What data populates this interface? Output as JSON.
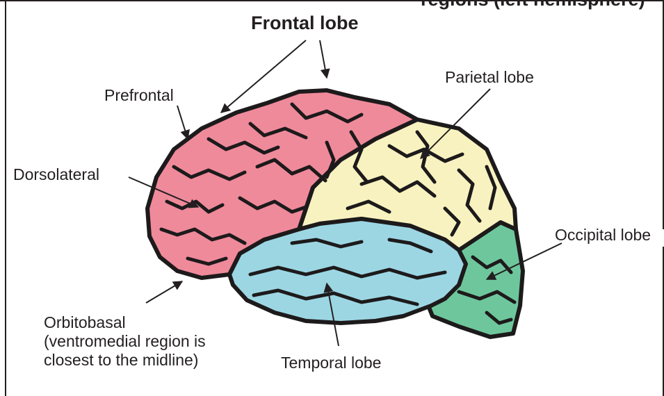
{
  "diagram": {
    "title_partial": "regions (left hemisphere)",
    "labels": {
      "frontal": "Frontal lobe",
      "prefrontal": "Prefrontal",
      "parietal": "Parietal lobe",
      "dorsolateral": "Dorsolateral",
      "occipital": "Occipital lobe",
      "orbitobasal_1": "Orbitobasal",
      "orbitobasal_2": "(ventromedial region is",
      "orbitobasal_3": "closest to the midline)",
      "temporal": "Temporal lobe"
    },
    "colors": {
      "frontal": "#ef8a9b",
      "parietal": "#f8f2c0",
      "temporal": "#9cd6e3",
      "occipital": "#6ec79c",
      "outline": "#1d1a1b"
    }
  }
}
